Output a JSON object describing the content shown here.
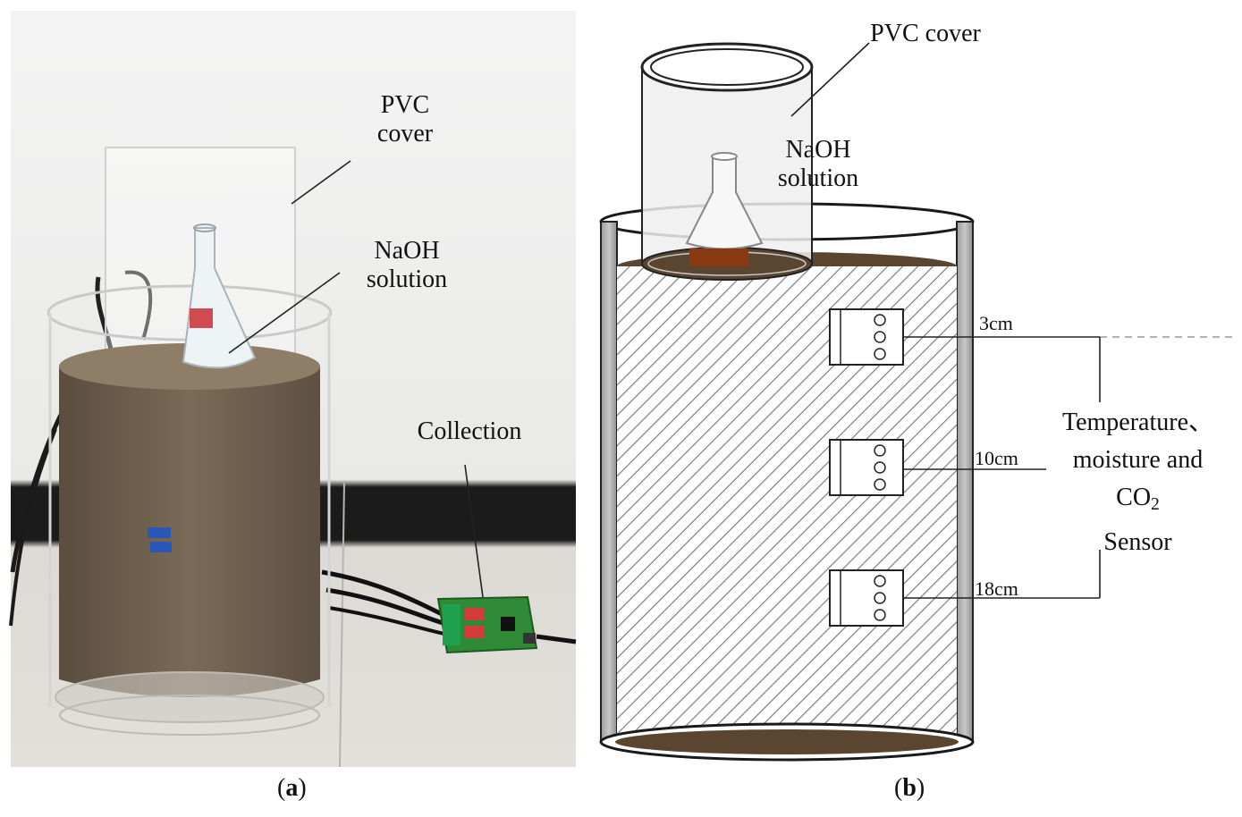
{
  "panel_a": {
    "label_pvc_line1": "PVC",
    "label_pvc_line2": "cover",
    "label_naoh_line1": "NaOH",
    "label_naoh_line2": "solution",
    "label_collection": "Collection",
    "caption_open": "(",
    "caption_letter": "a",
    "caption_close": ")"
  },
  "panel_b": {
    "label_pvc": "PVC cover",
    "label_naoh_line1": "NaOH",
    "label_naoh_line2": "solution",
    "depths": [
      "3cm",
      "10cm",
      "18cm"
    ],
    "sensor_line1": "Temperature、",
    "sensor_line2": "moisture and",
    "sensor_line3_main": "CO",
    "sensor_line3_sub": "2",
    "sensor_line4": "Sensor",
    "caption_open": "(",
    "caption_letter": "b",
    "caption_close": ")"
  },
  "colors": {
    "soil": "#6b5a45",
    "soil_top": "#5a4630",
    "tube_wall": "#9e9e9e",
    "hatch": "#8a8a8a"
  }
}
